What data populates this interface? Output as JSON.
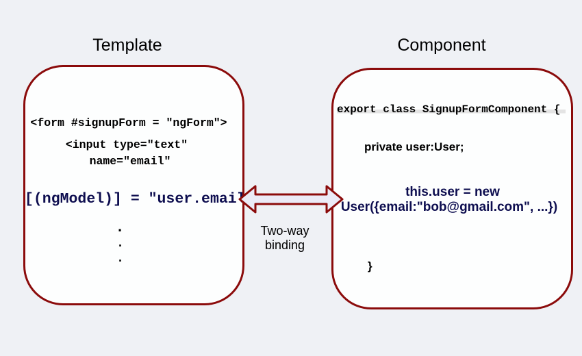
{
  "titles": {
    "template": "Template",
    "component": "Component"
  },
  "template_panel": {
    "form_line": "<form #signupForm = \"ngForm\">",
    "input_line": "<input type=\"text\"",
    "name_line": "name=\"email\"",
    "ngmodel_line": "[(ngModel)] = \"user.email\"",
    "dots": [
      ".",
      ".",
      "."
    ]
  },
  "component_panel": {
    "class_line": "export class SignupFormComponent {",
    "private_line": "private user:User;",
    "assign_line_1": "this.user = new",
    "assign_line_2": "User({email:\"bob@gmail.com\", ...})",
    "closing_brace": "}"
  },
  "binding": {
    "label_line_1": "Two-way",
    "label_line_2": "binding"
  },
  "colors": {
    "panel_border": "#8b0b0b",
    "arrow_fill": "#ebebf7",
    "code_highlight": "#0d0d4f",
    "background": "#eff1f5"
  }
}
